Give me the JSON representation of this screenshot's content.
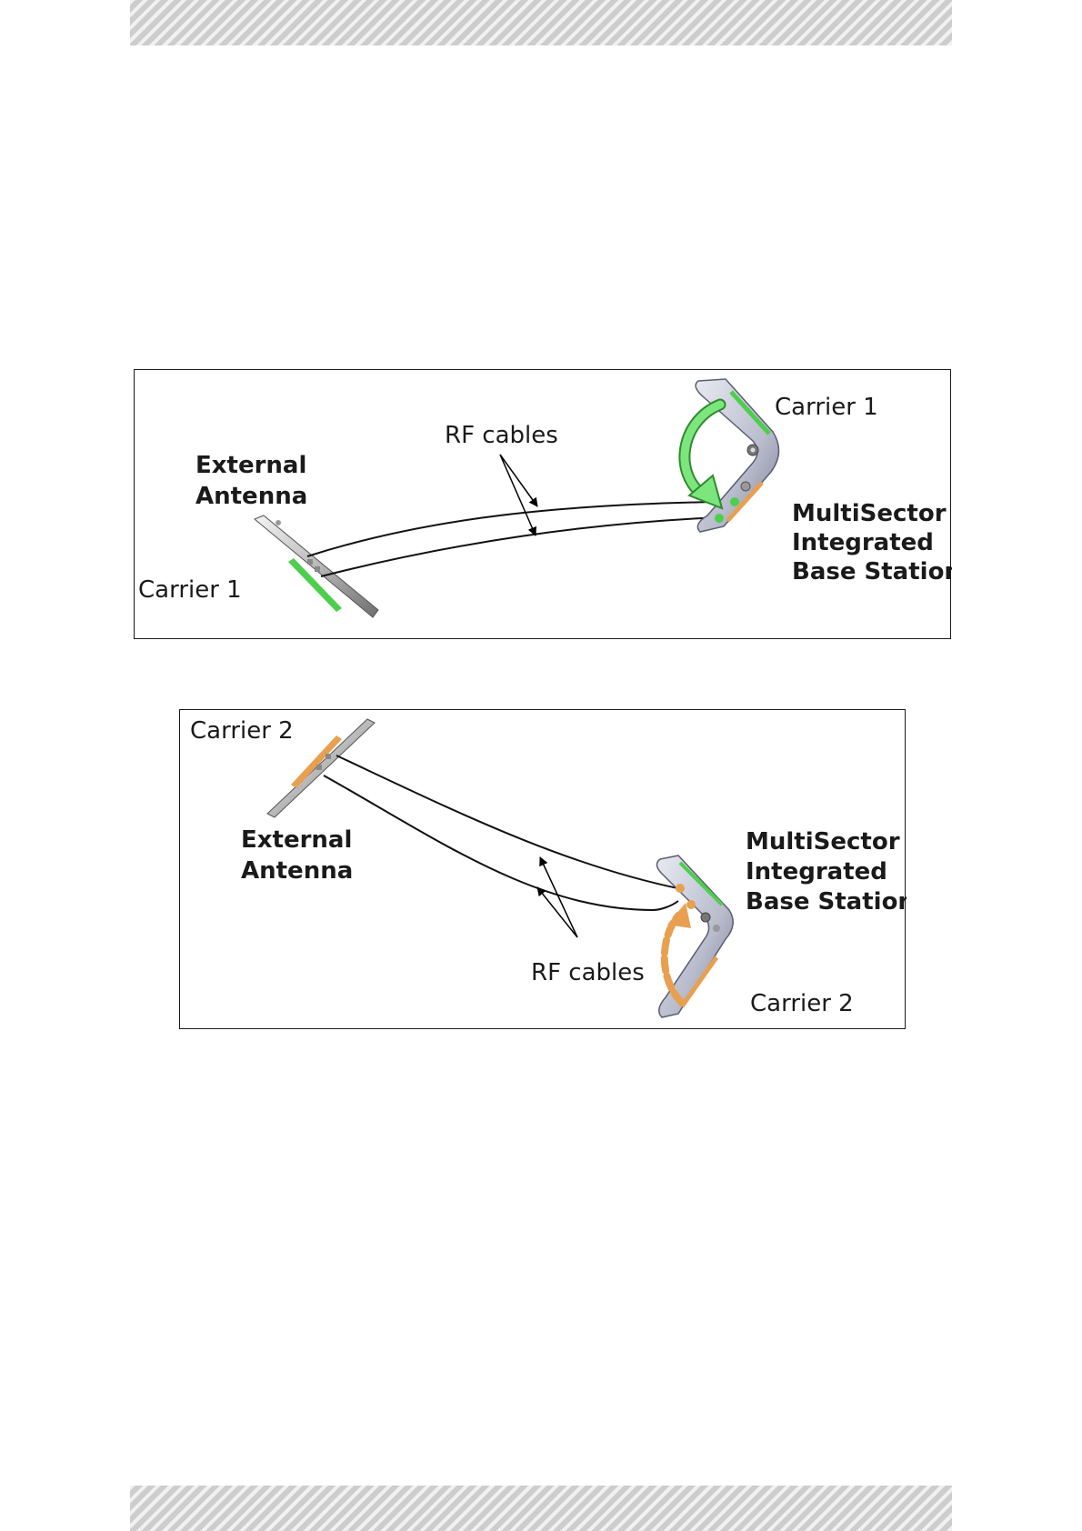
{
  "figures": [
    {
      "antenna_label": [
        "External",
        "Antenna"
      ],
      "cables_label": "RF cables",
      "antenna_carrier": "Carrier 1",
      "station_carrier": "Carrier 1",
      "station_label": [
        "MultiSector",
        "Integrated",
        "Base Station"
      ],
      "carrier_color": "#4ccf4c"
    },
    {
      "antenna_label": [
        "External",
        "Antenna"
      ],
      "cables_label": "RF cables",
      "antenna_carrier": "Carrier 2",
      "station_carrier": "Carrier 2",
      "station_label": [
        "MultiSector",
        "Integrated",
        "Base Station"
      ],
      "carrier_color": "#e8a050"
    }
  ],
  "colors": {
    "frame": "#1a1a1a",
    "device_body": "#c4c8d8",
    "stripe": "#cdcdcd"
  }
}
